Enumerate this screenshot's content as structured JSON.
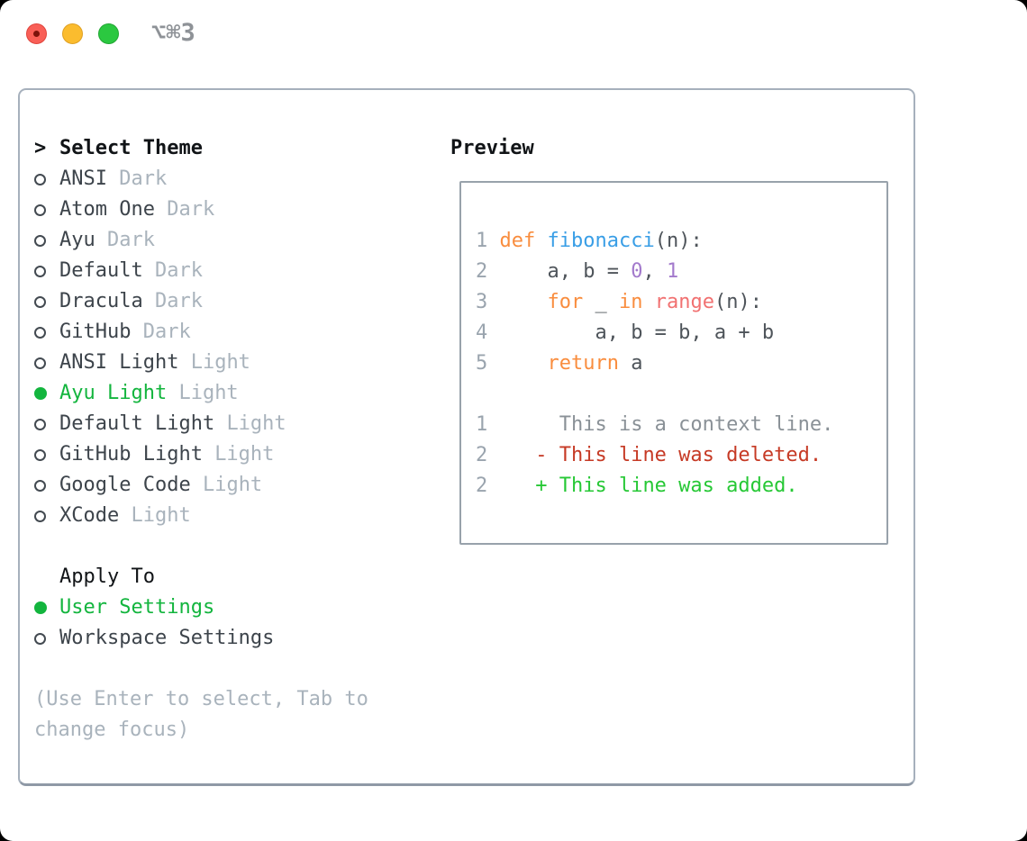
{
  "window": {
    "title": "⌥⌘3",
    "traffic_lights": {
      "close": "close-button",
      "minimize": "minimize-button",
      "zoom": "zoom-button"
    }
  },
  "theme_list": {
    "header_prefix": ">",
    "header": "Select Theme",
    "items": [
      {
        "name": "ANSI",
        "variant": "Dark",
        "selected": false
      },
      {
        "name": "Atom One",
        "variant": "Dark",
        "selected": false
      },
      {
        "name": "Ayu",
        "variant": "Dark",
        "selected": false
      },
      {
        "name": "Default",
        "variant": "Dark",
        "selected": false
      },
      {
        "name": "Dracula",
        "variant": "Dark",
        "selected": false
      },
      {
        "name": "GitHub",
        "variant": "Dark",
        "selected": false
      },
      {
        "name": "ANSI Light",
        "variant": "Light",
        "selected": false
      },
      {
        "name": "Ayu Light",
        "variant": "Light",
        "selected": true
      },
      {
        "name": "Default Light",
        "variant": "Light",
        "selected": false
      },
      {
        "name": "GitHub Light",
        "variant": "Light",
        "selected": false
      },
      {
        "name": "Google Code",
        "variant": "Light",
        "selected": false
      },
      {
        "name": "XCode",
        "variant": "Light",
        "selected": false
      }
    ]
  },
  "apply_to": {
    "header": "Apply To",
    "options": [
      {
        "label": "User Settings",
        "selected": true
      },
      {
        "label": "Workspace Settings",
        "selected": false
      }
    ]
  },
  "hint": "(Use Enter to select, Tab to change focus)",
  "preview": {
    "header": "Preview",
    "code_lines": [
      {
        "num": "1",
        "tokens": [
          [
            "def",
            "kw"
          ],
          [
            " ",
            "fg"
          ],
          [
            "fibonacci",
            "fn"
          ],
          [
            "(n):",
            "fg"
          ]
        ]
      },
      {
        "num": "2",
        "tokens": [
          [
            "    a, b = ",
            "fg"
          ],
          [
            "0",
            "num"
          ],
          [
            ", ",
            "fg"
          ],
          [
            "1",
            "num"
          ]
        ]
      },
      {
        "num": "3",
        "tokens": [
          [
            "    ",
            "fg"
          ],
          [
            "for",
            "kw"
          ],
          [
            " _ ",
            "fg"
          ],
          [
            "in",
            "kw"
          ],
          [
            " ",
            "fg"
          ],
          [
            "range",
            "bi"
          ],
          [
            "(n):",
            "fg"
          ]
        ]
      },
      {
        "num": "4",
        "tokens": [
          [
            "        a, b = b, a + b",
            "fg"
          ]
        ]
      },
      {
        "num": "5",
        "tokens": [
          [
            "    ",
            "fg"
          ],
          [
            "return",
            "kw"
          ],
          [
            " a",
            "fg"
          ]
        ]
      }
    ],
    "diff_lines": [
      {
        "num": "1",
        "marker": " ",
        "text": "This is a context line.",
        "kind": "context"
      },
      {
        "num": "2",
        "marker": "-",
        "text": "This line was deleted.",
        "kind": "deleted"
      },
      {
        "num": "2",
        "marker": "+",
        "text": "This line was added.",
        "kind": "added"
      }
    ]
  },
  "colors": {
    "selected_green": "#13b53e",
    "added_green": "#26c835",
    "deleted_red": "#c63a25",
    "keyword_orange": "#f98d3e",
    "function_blue": "#399ee6",
    "builtin_coral": "#f17171",
    "number_purple": "#a37acc",
    "code_foreground": "#4e545a",
    "line_number_gray": "#9aa4ae",
    "context_gray": "#8a9197",
    "muted_gray": "#a9b3bc",
    "text_dark": "#3d444b",
    "header_black": "#111417"
  }
}
